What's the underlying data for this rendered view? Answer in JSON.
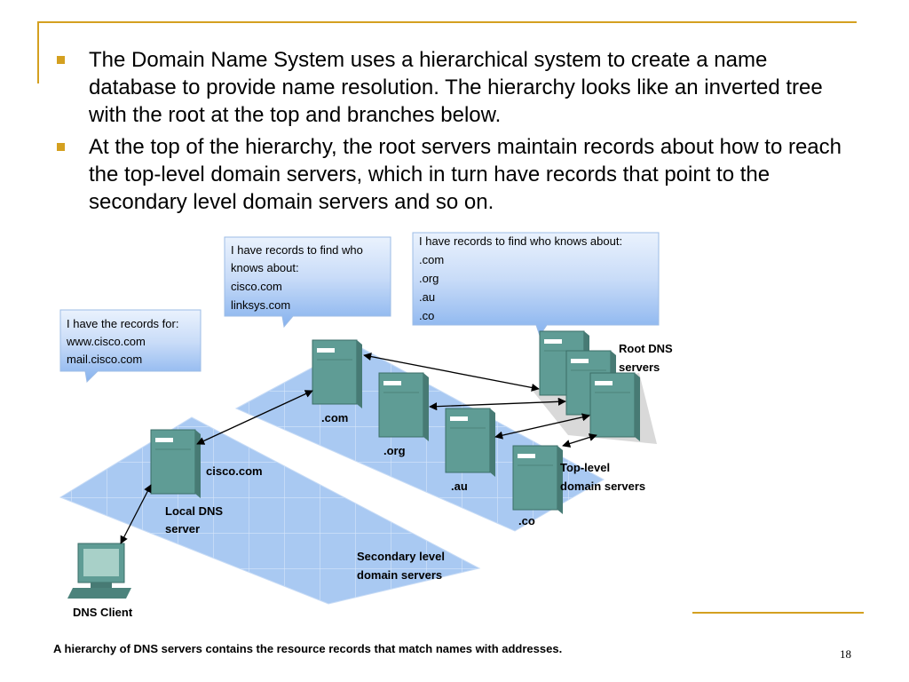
{
  "bullets": [
    "The Domain Name System uses a hierarchical system to create a name database to provide name resolution. The hierarchy looks like an inverted tree with the root at the top and branches below.",
    "At the top of the hierarchy, the root servers maintain records about how to reach the top-level domain servers, which in turn have records that point to the secondary level domain servers and so on."
  ],
  "bubbles": {
    "local": [
      "I have the records for:",
      "www.cisco.com",
      "mail.cisco.com"
    ],
    "com": [
      "I have records to find who",
      "knows about:",
      "cisco.com",
      "linksys.com"
    ],
    "root": [
      "I have records to find who knows about:",
      ".com",
      ".org",
      ".au",
      ".co"
    ]
  },
  "labels": {
    "cisco": "cisco.com",
    "local_dns": [
      "Local DNS",
      "server"
    ],
    "com": ".com",
    "org": ".org",
    "au": ".au",
    "co": ".co",
    "root": [
      "Root DNS",
      "servers"
    ],
    "toplevel": [
      "Top-level",
      "domain servers"
    ],
    "secondary": [
      "Secondary level",
      "domain  servers"
    ],
    "client": "DNS Client"
  },
  "caption": "A hierarchy of DNS servers contains the resource records that match names with addresses.",
  "page_number": "18",
  "colors": {
    "accent": "#d4a020",
    "plane": "#a9c9f2",
    "server": "#5f9c95",
    "bubble": "#8fb9f0"
  }
}
